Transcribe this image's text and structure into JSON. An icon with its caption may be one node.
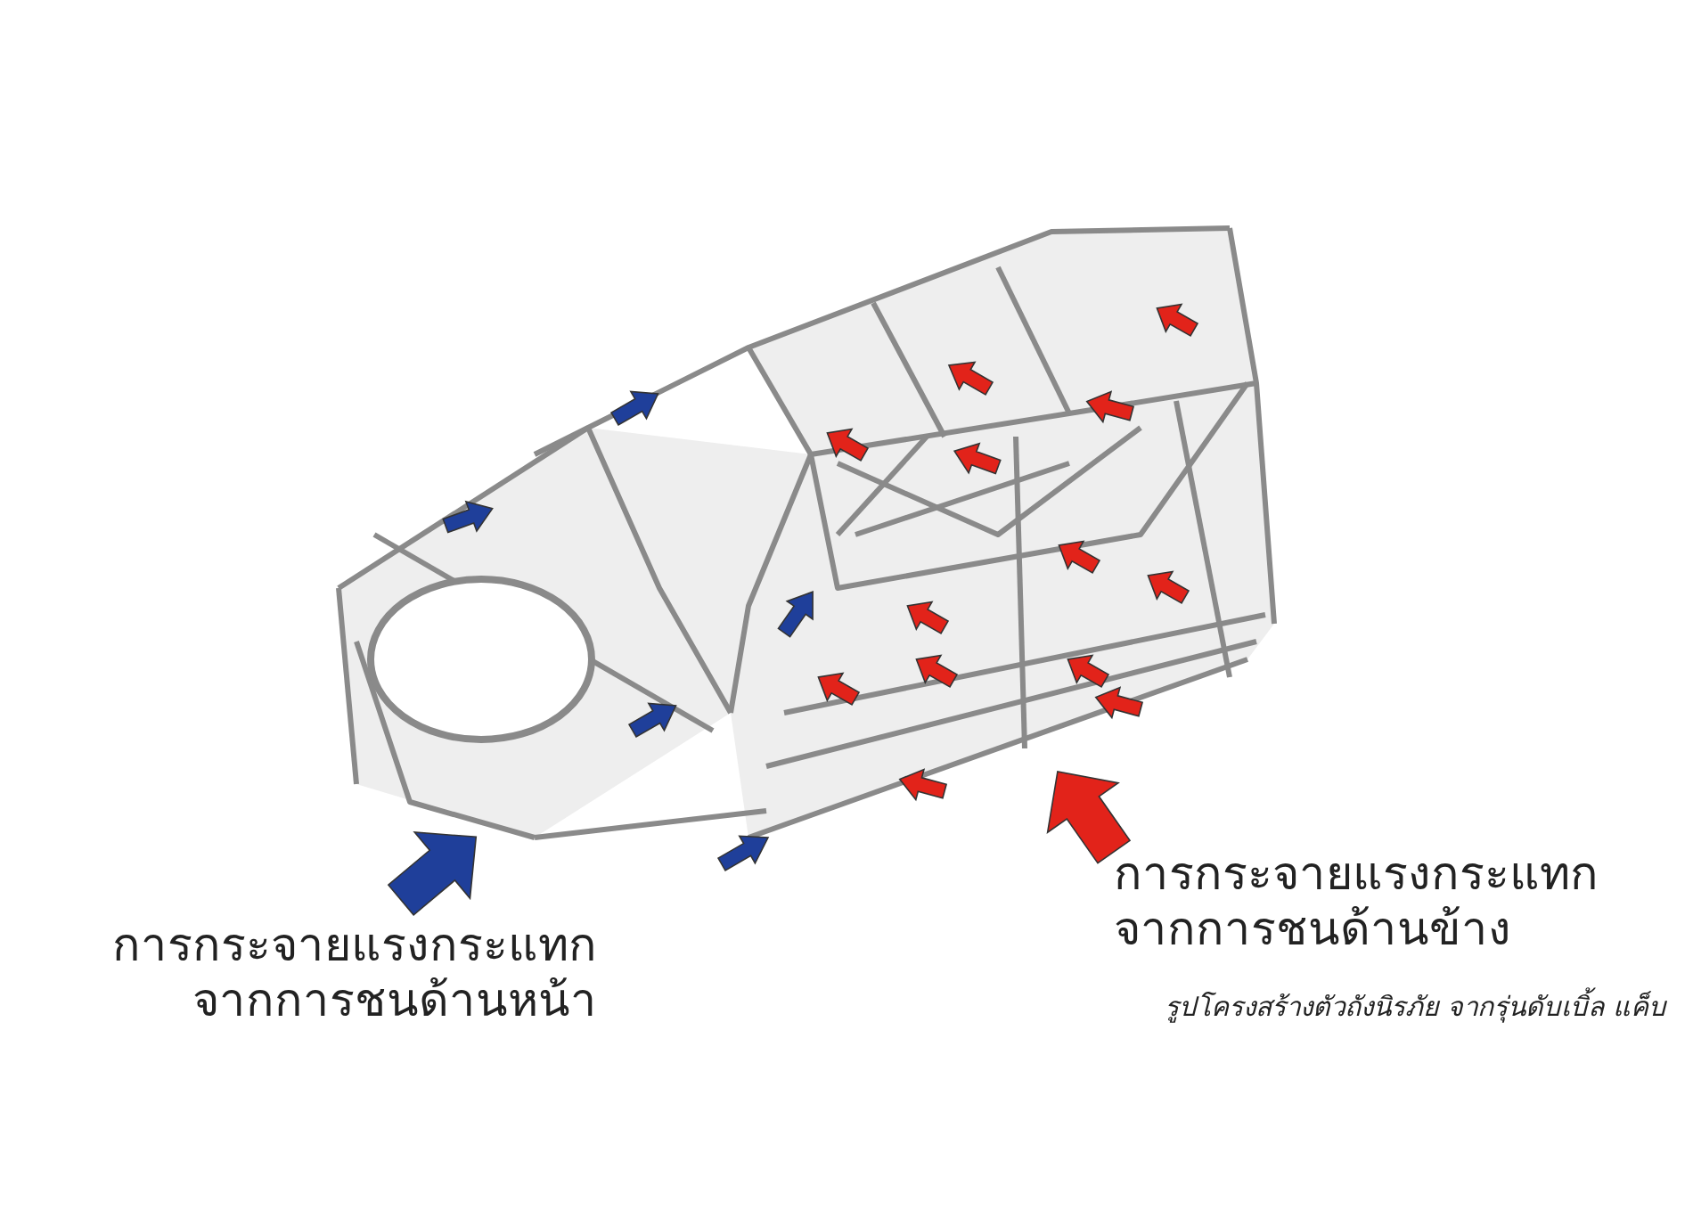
{
  "diagram": {
    "labels": [
      "การกระจายแรงกระแทก จากการชนด้านข้าง",
      "การกระจายแรงกระแทก จากการชนด้านหน้า",
      "รูปโครงสร้างตัวถังนิรภัย จากรุ่นดับเบิ้ล แค็บ"
    ]
  }
}
